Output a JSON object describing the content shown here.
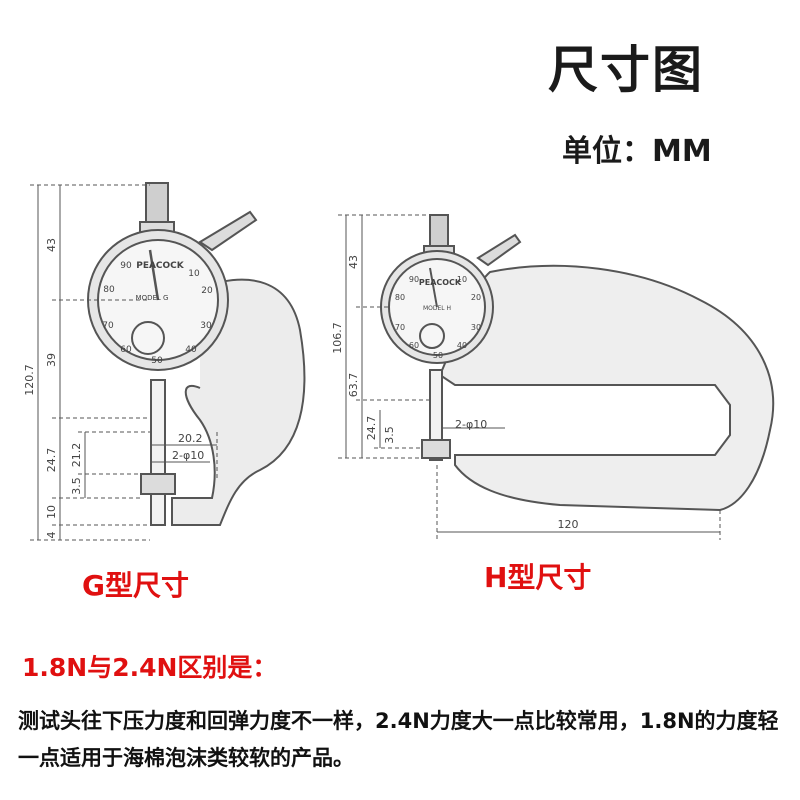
{
  "title": "尺寸图",
  "unit": "单位：MM",
  "g": {
    "caption": "G型尺寸",
    "dims": {
      "total": "120.7",
      "top": "43",
      "mid": "39",
      "d247": "24.7",
      "d212": "21.2",
      "d35": "3.5",
      "d10": "10",
      "d4": "4",
      "d202": "20.2",
      "phi": "2-φ10"
    },
    "dial": {
      "brand": "PEACOCK",
      "model": "MODEL G",
      "ticks": [
        "90",
        "10",
        "80",
        "20",
        "70",
        "30",
        "60",
        "40",
        "50"
      ]
    }
  },
  "h": {
    "caption": "H型尺寸",
    "dims": {
      "total": "106.7",
      "top": "43",
      "mid": "63.7",
      "d247": "24.7",
      "d35": "3.5",
      "phi": "2-φ10",
      "w120": "120"
    },
    "dial": {
      "brand": "PEACOCK",
      "model": "MODEL H",
      "ticks": [
        "90",
        "10",
        "80",
        "20",
        "70",
        "30",
        "60",
        "40",
        "50"
      ]
    }
  },
  "difference_title": "1.8N与2.4N区别是：",
  "description": "测试头往下压力度和回弹力度不一样，2.4N力度大一点比较常用，1.8N的力度轻一点适用于海棉泡沫类较软的产品。",
  "colors": {
    "accent": "#e01010",
    "drawing": "#555555",
    "dial": "#e6e6e6"
  }
}
